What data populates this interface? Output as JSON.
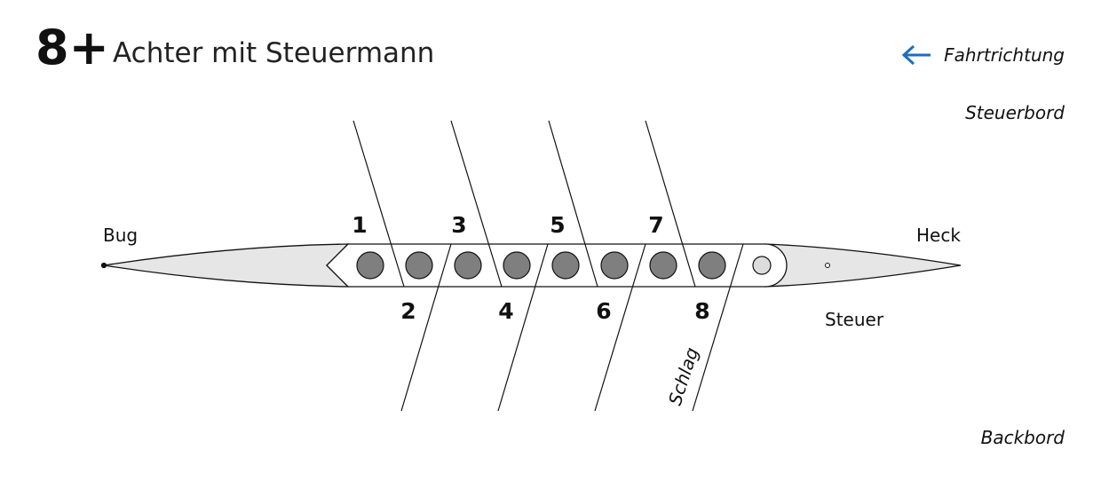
{
  "title": {
    "code": "8+",
    "name": "Achter mit Steuermann"
  },
  "direction": {
    "label": "Fahrtrichtung",
    "arrow_color": "#1a6fc0"
  },
  "sides": {
    "starboard": "Steuerbord",
    "port": "Backbord"
  },
  "boat": {
    "bow": "Bug",
    "stern": "Heck",
    "cox": "Steuer",
    "stroke": "Schlag",
    "seats": [
      "1",
      "2",
      "3",
      "4",
      "5",
      "6",
      "7",
      "8"
    ]
  },
  "colors": {
    "hull": "#e6e6e6",
    "rower": "#7f7f7f",
    "cox": "#dcdcdc"
  }
}
